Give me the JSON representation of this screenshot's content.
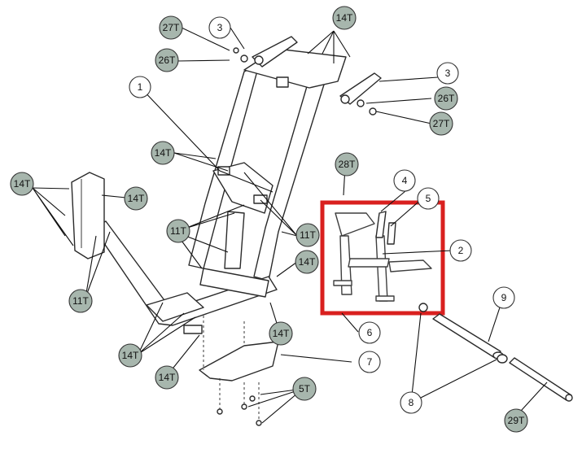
{
  "colors": {
    "tag_fill": "#a7b6ad",
    "number_fill": "#ffffff",
    "highlight": "#d9201f"
  },
  "tags": {
    "t27_top": "27T",
    "t26_top": "26T",
    "t14_top": "14T",
    "t26_right": "26T",
    "t27_right": "27T",
    "t14_left_frame": "14T",
    "t28": "28T",
    "t14_far_left": "14T",
    "t14_left_inner": "14T",
    "t11_left_mid": "11T",
    "t11_right": "11T",
    "t11_left_bottom": "11T",
    "t14_right": "14T",
    "t14_bottom_right": "14T",
    "t14_bottom_left": "14T",
    "t14_bottom": "14T",
    "t5": "5T",
    "t29": "29T"
  },
  "numbers": {
    "n3_top": "3",
    "n3_right": "3",
    "n1": "1",
    "n4": "4",
    "n5": "5",
    "n2": "2",
    "n6": "6",
    "n7": "7",
    "n8": "8",
    "n9": "9"
  }
}
